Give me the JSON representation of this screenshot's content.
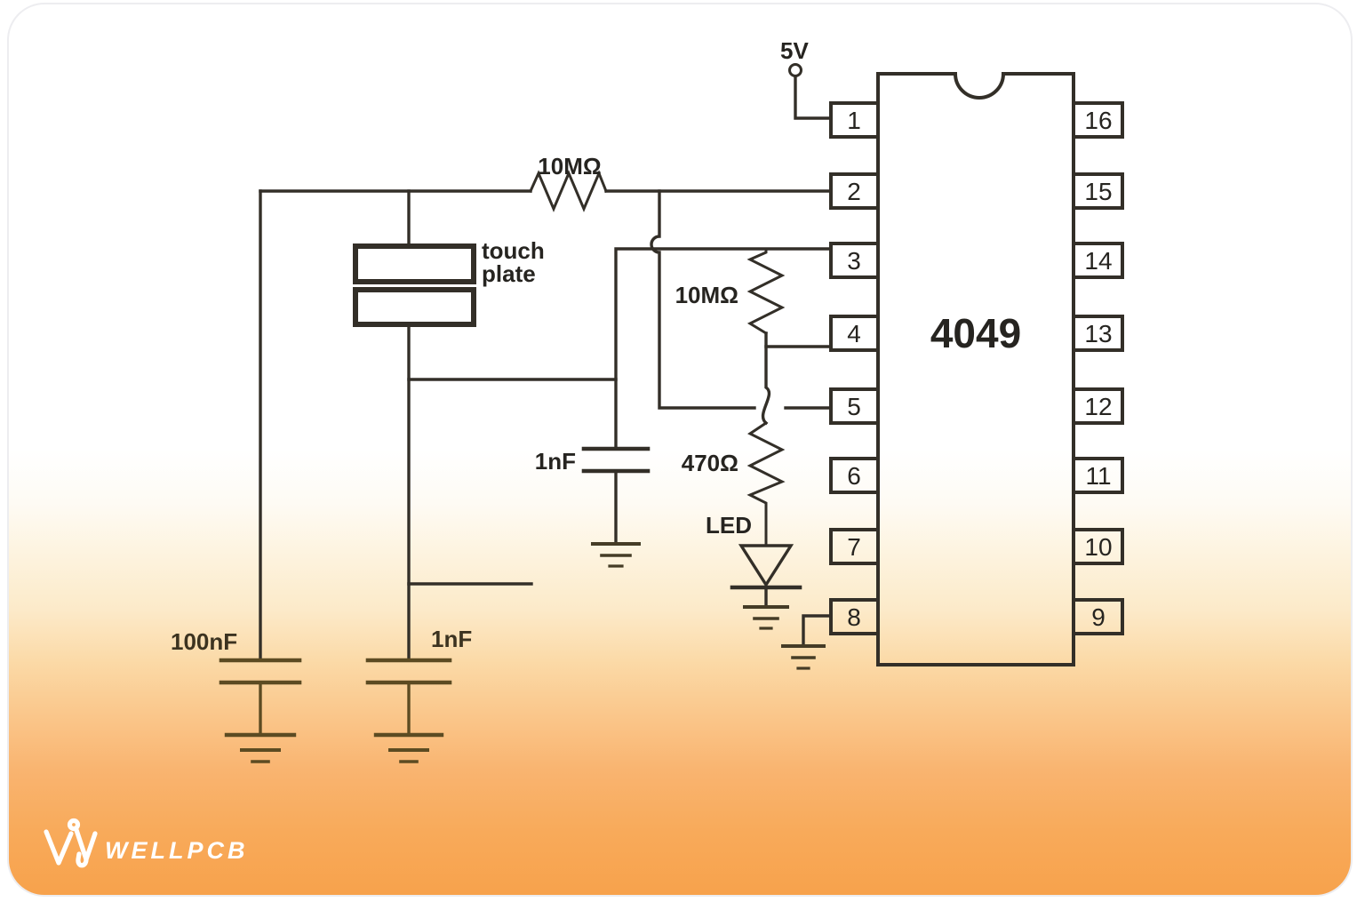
{
  "supply": {
    "label": "5V"
  },
  "ic": {
    "label": "4049",
    "left_pins": [
      "1",
      "2",
      "3",
      "4",
      "5",
      "6",
      "7",
      "8"
    ],
    "right_pins": [
      "16",
      "15",
      "14",
      "13",
      "12",
      "11",
      "10",
      "9"
    ]
  },
  "components": {
    "r1": {
      "label": "10MΩ"
    },
    "r2": {
      "label": "10MΩ"
    },
    "r3": {
      "label": "470Ω"
    },
    "c1": {
      "label": "100nF"
    },
    "c2": {
      "label": "1nF"
    },
    "c3": {
      "label": "1nF"
    },
    "led": {
      "label": "LED"
    },
    "touch_plate": {
      "line1": "touch",
      "line2": "plate"
    }
  },
  "logo": {
    "text": "WELLPCB"
  },
  "colors": {
    "accent_orange": "#f7a24c",
    "line": "#332f28",
    "brown_line": "#5c4b22",
    "logo": "#ffffff",
    "card_border": "#ededf0",
    "background": "#ffffff"
  }
}
